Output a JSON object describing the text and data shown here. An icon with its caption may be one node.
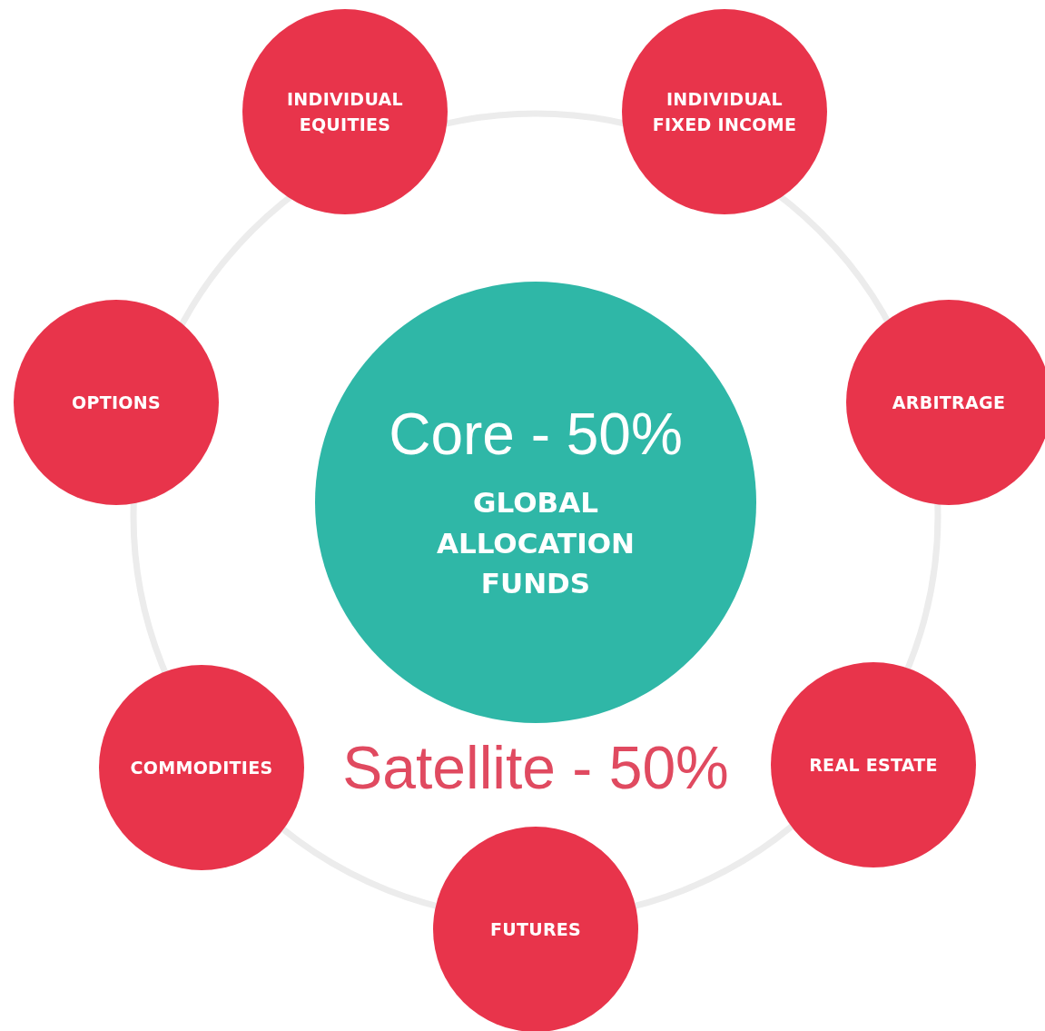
{
  "diagram": {
    "nodes": [
      {
        "text": [
          "INDIVIDUAL EQUITIES"
        ]
      },
      {
        "text": [
          "INDIVIDUAL FIXED INCOME"
        ]
      },
      {
        "text": [
          "OPTIONS"
        ]
      },
      {
        "text": [
          "Core - 50%",
          "GLOBAL ALLOCATION FUNDS"
        ]
      },
      {
        "text": [
          "ARBITRAGE"
        ]
      },
      {
        "text": [
          "COMMODITIES"
        ]
      },
      {
        "text": [
          "REAL ESTATE"
        ]
      },
      {
        "text": [
          "FUTURES"
        ]
      }
    ],
    "labels": [
      "Satellite - 50%"
    ]
  }
}
